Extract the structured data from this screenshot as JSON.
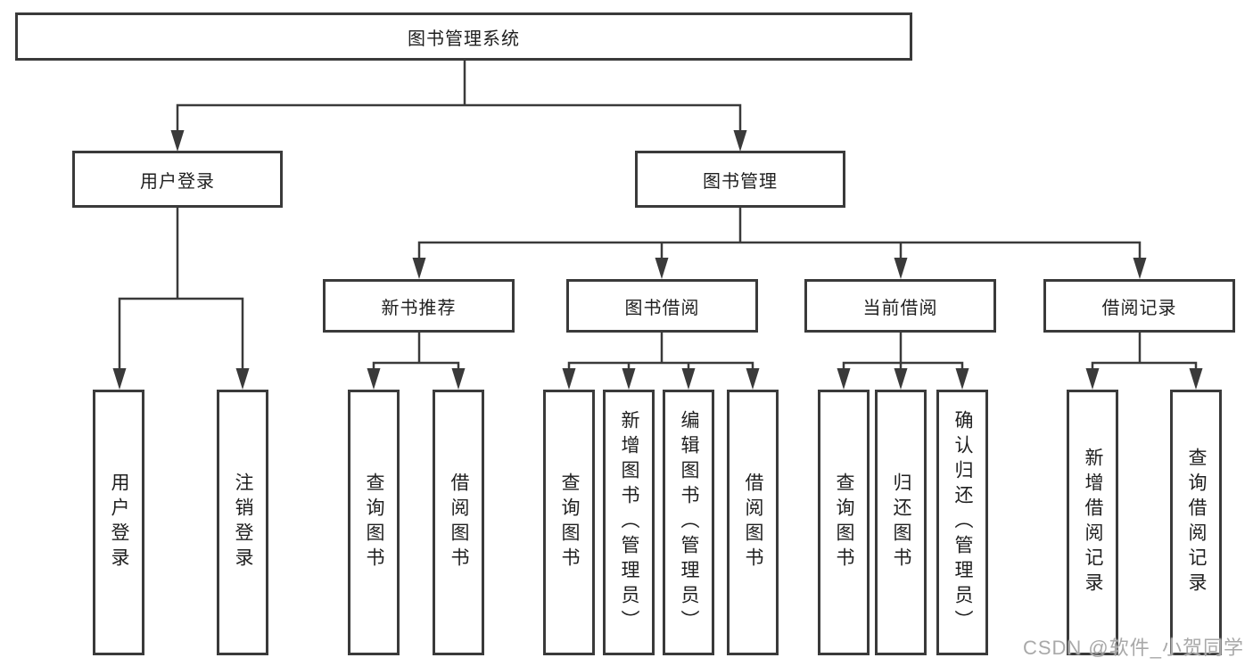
{
  "diagram": {
    "root": {
      "label": "图书管理系统"
    },
    "level2": [
      {
        "label": "用户登录"
      },
      {
        "label": "图书管理"
      }
    ],
    "level3": [
      {
        "label": "新书推荐"
      },
      {
        "label": "图书借阅"
      },
      {
        "label": "当前借阅"
      },
      {
        "label": "借阅记录"
      }
    ],
    "leaves": [
      {
        "label": "用户登录"
      },
      {
        "label": "注销登录"
      },
      {
        "label": "查询图书"
      },
      {
        "label": "借阅图书"
      },
      {
        "label": "查询图书"
      },
      {
        "label": "新增图书（管理员）"
      },
      {
        "label": "编辑图书（管理员）"
      },
      {
        "label": "借阅图书"
      },
      {
        "label": "查询图书"
      },
      {
        "label": "归还图书"
      },
      {
        "label": "确认归还（管理员）"
      },
      {
        "label": "新增借阅记录"
      },
      {
        "label": "查询借阅记录"
      }
    ],
    "colors": {
      "line": "#3a3a3a",
      "text": "#1f1f1f",
      "background": "#ffffff",
      "watermark": "#a9a9a9"
    }
  },
  "watermark": {
    "text": "CSDN @软件_小贺同学"
  }
}
